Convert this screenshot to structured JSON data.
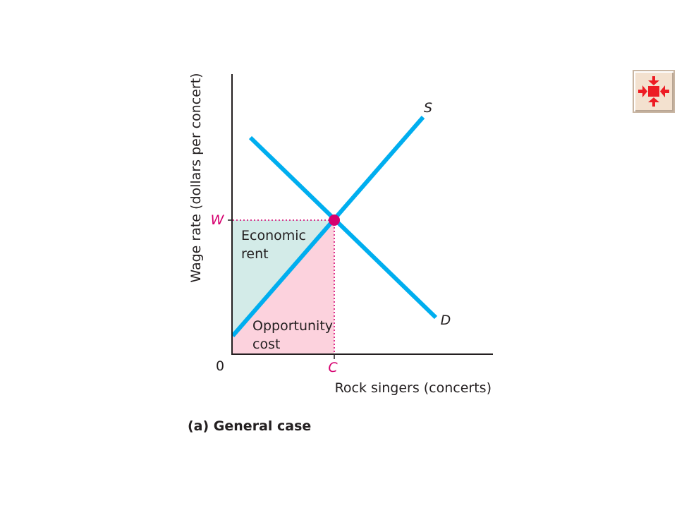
{
  "diagram": {
    "y_axis_label": "Wage rate (dollars per concert)",
    "x_axis_label": "Rock singers (concerts)",
    "origin_label": "0",
    "wage_label": "W",
    "quantity_label": "C",
    "supply_label": "S",
    "demand_label": "D",
    "economic_rent_line1": "Economic",
    "economic_rent_line2": "rent",
    "opportunity_cost_line1": "Opportunity",
    "opportunity_cost_line2": "cost",
    "caption": "(a) General case"
  },
  "colors": {
    "curve": "#00aeef",
    "equilibrium_point": "#d6006f",
    "guide_lines": "#d6006f",
    "economic_rent_fill": "#d3ebe8",
    "opportunity_cost_fill": "#fcd2dd",
    "axis": "#231f20",
    "nav_icon": "#ed1c24"
  },
  "nav_button": {
    "icon": "four-arrows-inward-icon"
  }
}
